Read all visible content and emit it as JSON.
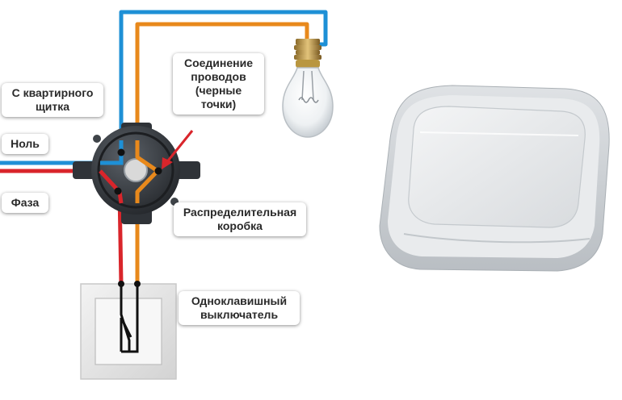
{
  "labels": {
    "panel": [
      "С квартирного",
      "щитка"
    ],
    "neutral": [
      "Ноль"
    ],
    "phase": [
      "Фаза"
    ],
    "connection": [
      "Соединение",
      "проводов",
      "(черные",
      "точки)"
    ],
    "junction_box": [
      "Распределительная",
      "коробка"
    ],
    "switch": [
      "Одноклавишный",
      "выключатель"
    ]
  },
  "colors": {
    "neutral_wire": "#1e90d6",
    "phase_wire": "#d9252b",
    "switched_wire": "#e8891c",
    "box": "#2f3338",
    "arrow": "#d9252b"
  }
}
